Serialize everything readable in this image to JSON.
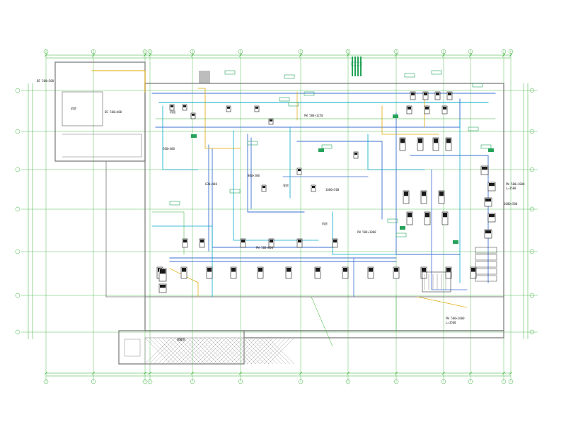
{
  "colors": {
    "grid": "#2fae2f",
    "wall": "#777777",
    "duct": "#1565c0",
    "pipe_cyan": "#00a8c8",
    "pipe_yellow": "#e0a800",
    "annotation": "#2a7a2a",
    "equipment": "#1a1a1a",
    "tag_green": "#25a35a"
  },
  "annotations": {
    "top_left_size": "DE 500×500",
    "top_left_box": "DE 500×400",
    "room_main_label": "机房",
    "pump_room_label": "机组",
    "duct_main_1": "PW 500×1250",
    "duct_main_2": "PW 500×1000",
    "duct_main_3": "PW 500×800",
    "duct_side_1": "1000×500",
    "duct_side_2": "800×500",
    "duct_side_3": "630×400",
    "duct_side_4": "500×400",
    "right_tag_1": "PW 500×1000",
    "right_tag_2": "L=3500",
    "right_tag_3": "1000×500",
    "lower_room_1": "机房",
    "lower_room_2": "泵房",
    "bottom_label": "PW 500×1000",
    "bottom_label_2": "L=3500",
    "lower_left_room": "储藏室"
  }
}
